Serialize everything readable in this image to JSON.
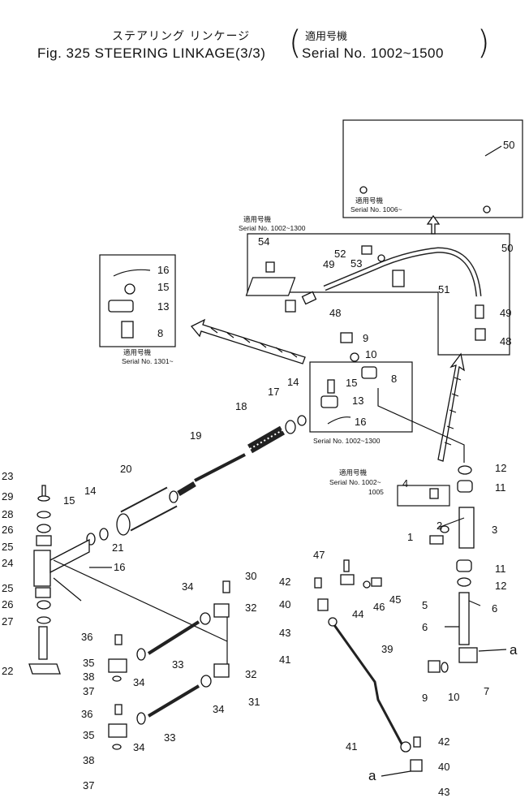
{
  "header": {
    "title_jp": "ステアリング リンケージ",
    "title_en": "Fig. 325 STEERING LINKAGE(3/3)",
    "serial_jp": "適用号機",
    "serial_en": "Serial No. 1002~1500"
  },
  "boxes": {
    "top_right": {
      "serial_jp": "適用号機",
      "serial_en": "Serial No. 1006~"
    },
    "mid_right": {
      "serial_jp": "適用号機",
      "serial_en": "Serial No. 1002~1300"
    },
    "left_inset": {
      "serial_jp": "適用号機",
      "serial_en": "Serial No. 1301~"
    },
    "center_inset": {
      "serial_jp": "適用号機",
      "serial_en": "Serial No. 1002~1300"
    },
    "small_right": {
      "serial_jp": "適用号機",
      "serial_en": "Serial No. 1002~",
      "serial_en2": "1005"
    }
  },
  "labels": {
    "n50a": "50",
    "n50b": "50",
    "n54": "54",
    "n52": "52",
    "n53": "53",
    "n49a": "49",
    "n49b": "49",
    "n51": "51",
    "n48a": "48",
    "n48b": "48",
    "li16": "16",
    "li15": "15",
    "li13": "13",
    "li8": "8",
    "ci9": "9",
    "ci10": "10",
    "ci8": "8",
    "ci15": "15",
    "ci13": "13",
    "ci16": "16",
    "n14a": "14",
    "n17": "17",
    "n18": "18",
    "n19": "19",
    "n20": "20",
    "n14b": "14",
    "n15": "15",
    "n21": "21",
    "n16": "16",
    "n23": "23",
    "n29": "29",
    "n28": "28",
    "n26a": "26",
    "n25a": "25",
    "n24": "24",
    "n25b": "25",
    "n26b": "26",
    "n27": "27",
    "n22": "22",
    "n12a": "12",
    "n11a": "11",
    "n4": "4",
    "n2": "2",
    "n3": "3",
    "n1": "1",
    "n11b": "11",
    "n12b": "12",
    "n5": "5",
    "n6a": "6",
    "n6b": "6",
    "a1": "a",
    "n9": "9",
    "n10": "10",
    "n7": "7",
    "n30": "30",
    "n34a": "34",
    "n32a": "32",
    "n36a": "36",
    "n35a": "35",
    "n34b": "34",
    "n33a": "33",
    "n38a": "38",
    "n37a": "37",
    "n32b": "32",
    "n31": "31",
    "n34c": "34",
    "n36b": "36",
    "n35b": "35",
    "n34d": "34",
    "n33b": "33",
    "n38b": "38",
    "n37b": "37",
    "n47": "47",
    "n42a": "42",
    "n40a": "40",
    "n44": "44",
    "n46": "46",
    "n45": "45",
    "n43a": "43",
    "n41a": "41",
    "n39": "39",
    "n41b": "41",
    "n42b": "42",
    "a2": "a",
    "n40b": "40",
    "n43b": "43"
  }
}
